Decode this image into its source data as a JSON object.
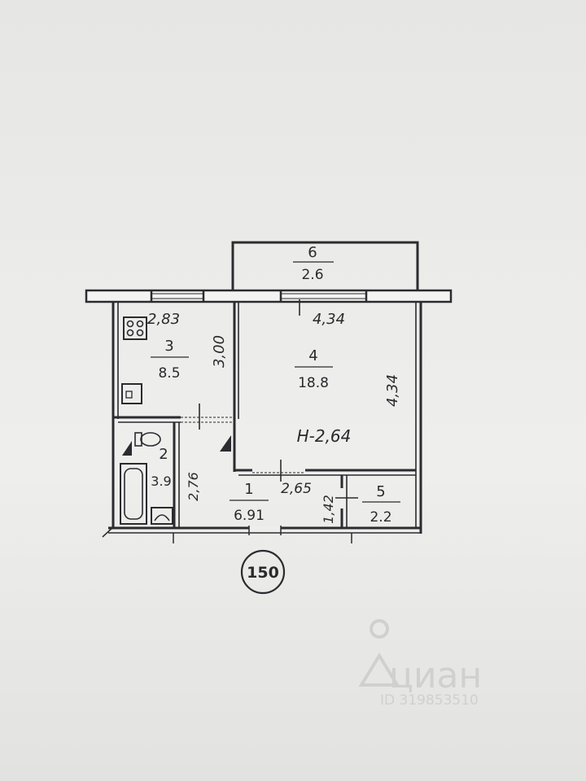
{
  "rooms": [
    {
      "number": "1",
      "area": "6.91"
    },
    {
      "number": "2",
      "area": "3.9"
    },
    {
      "number": "3",
      "area": "8.5"
    },
    {
      "number": "4",
      "area": "18.8"
    },
    {
      "number": "5",
      "area": "2.2"
    },
    {
      "number": "6",
      "area": "2.6"
    }
  ],
  "dimensions": {
    "kitchen_width": "2,83",
    "kitchen_length": "3,00",
    "living_width": "4,34",
    "living_length": "4,34",
    "ceiling_height": "H-2,64",
    "hall_width": "2,65",
    "hall_length": "2,76",
    "storage_length": "1,42"
  },
  "plan_id": "150",
  "watermark": {
    "brand": "циан",
    "listing_id": "ID 319853510"
  }
}
